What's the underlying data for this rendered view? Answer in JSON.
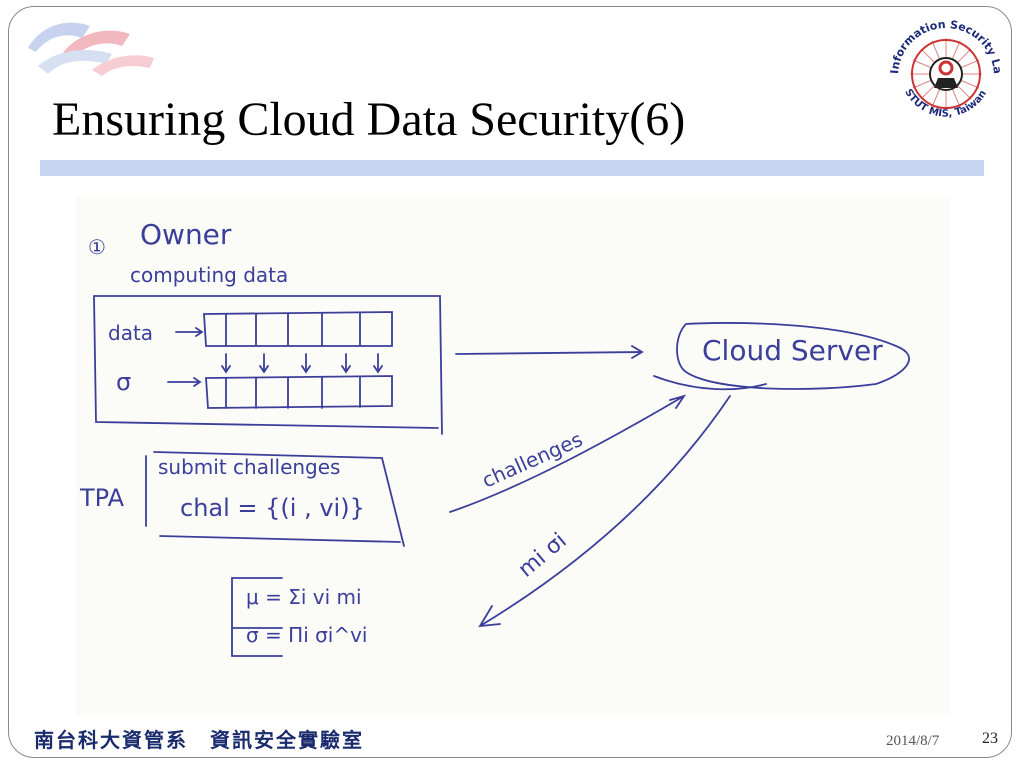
{
  "slide": {
    "title": "Ensuring Cloud Data Security(6)",
    "page_number": "23",
    "date": "2014/8/7",
    "footer_org": "南台科大資管系　資訊安全實驗室",
    "accent_bar_color": "#c6d6f0"
  },
  "seal": {
    "text_top": "Information Security Lab.",
    "text_bottom": "STUT MIS, Taiwan"
  },
  "sketch": {
    "step": "①",
    "owner": "Owner",
    "computing": "computing data",
    "data_label": "data",
    "sigma_label": "σ",
    "server": "Cloud Server",
    "tpa": "TPA",
    "submit": "submit challenges",
    "chal": "chal = {(i , vi)}",
    "challenges_arrow": "challenges",
    "response": "mi   σi",
    "mu_line": "μ = Σi vi mi",
    "sigma_line": "σ = Πi σi^vi"
  }
}
